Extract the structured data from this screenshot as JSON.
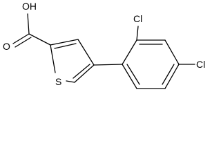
{
  "structure": {
    "atom_labels": {
      "hydroxyl": "OH",
      "carbonyl_oxygen": "O",
      "sulfur": "S",
      "chlorine_ortho": "Cl",
      "chlorine_para": "Cl"
    }
  }
}
